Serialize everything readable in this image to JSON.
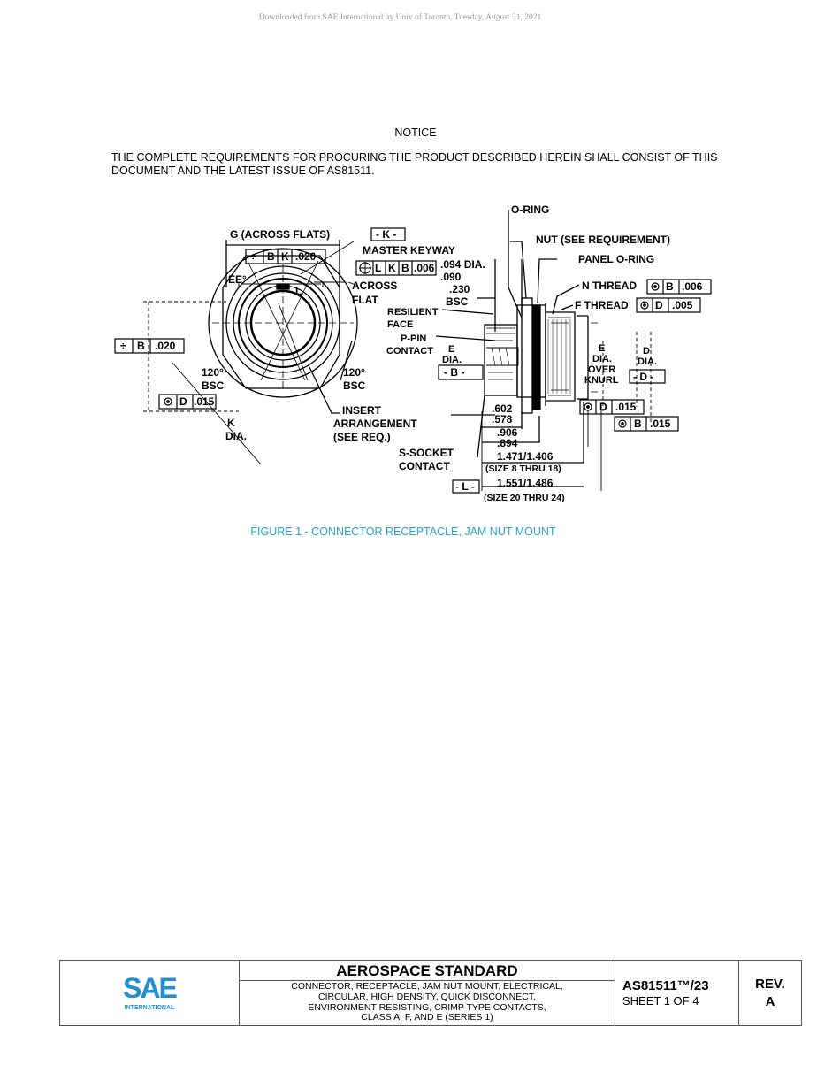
{
  "header": {
    "download_note": "Downloaded from SAE International by Univ of Toronto, Tuesday, August 31, 2021"
  },
  "notice": {
    "heading": "NOTICE",
    "body": "THE COMPLETE REQUIREMENTS FOR PROCURING THE PRODUCT DESCRIBED HEREIN SHALL CONSIST OF THIS DOCUMENT AND THE LATEST ISSUE OF AS81511."
  },
  "figure": {
    "caption": "FIGURE 1 - CONNECTOR RECEPTACLE, JAM NUT MOUNT",
    "labels": {
      "o_ring": "O-RING",
      "g_across_flats": "G (ACROSS FLATS)",
      "datum_k": "- K -",
      "nut": "NUT (SEE REQUIREMENT)",
      "master_keyway": "MASTER KEYWAY",
      "panel_o_ring": "PANEL O-RING",
      "fcf_bk_020_sym": "÷",
      "fcf_bk_020_a": "B",
      "fcf_bk_020_b": "K",
      "fcf_bk_020_c": ".020",
      "fcf_lkb_a": "L",
      "fcf_lkb_b": "K",
      "fcf_lkb_c": "B",
      "fcf_lkb_d": ".006",
      "dim_094": ".094 DIA.",
      "dim_090": ".090",
      "dim_230": ".230",
      "bsc": "BSC",
      "ee": "EE°",
      "l": "L",
      "across": "ACROSS",
      "flat": "FLAT",
      "n_thread": "N THREAD",
      "n_fcf_b": "B",
      "n_fcf_val": ".006",
      "f_thread": "F THREAD",
      "f_fcf_d": "D",
      "f_fcf_val": ".005",
      "resilient": "RESILIENT",
      "face": "FACE",
      "p_pin": "P-PIN",
      "contact": "CONTACT",
      "e": "E",
      "dia": "DIA.",
      "d": "D",
      "over": "OVER",
      "knurl": "KNURL",
      "datum_b": "- B -",
      "datum_d": "- D -",
      "fcf_b_020_sym": "÷",
      "fcf_b_020_a": "B",
      "fcf_b_020_b": ".020",
      "angle_120": "120°",
      "fcf_d015_a": "D",
      "fcf_d015_b": ".015",
      "insert": "INSERT",
      "arrangement": "ARRANGEMENT",
      "see_req": "(SEE REQ.)",
      "k": "K",
      "dim_602": ".602",
      "dim_578": ".578",
      "dim_906": ".906",
      "dim_894": ".894",
      "s_socket": "S-SOCKET",
      "fcf_rd015_a": "D",
      "fcf_rd015_b": ".015",
      "fcf_rb015_a": "B",
      "fcf_rb015_b": ".015",
      "dim_1471": "1.471/1.406",
      "size_8_18": "(SIZE 8 THRU 18)",
      "datum_l": "- L -",
      "dim_1551": "1.551/1.486",
      "size_20_24": "(SIZE 20 THRU 24)"
    }
  },
  "title_block": {
    "logo_text": "SAE",
    "logo_subtext": "INTERNATIONAL",
    "logo_color": "#1f8fcf",
    "standard_type": "AEROSPACE STANDARD",
    "description_lines": [
      "CONNECTOR, RECEPTACLE, JAM NUT MOUNT, ELECTRICAL,",
      "CIRCULAR, HIGH DENSITY, QUICK DISCONNECT,",
      "ENVIRONMENT RESISTING, CRIMP TYPE CONTACTS,",
      "CLASS A, F, AND E (SERIES 1)"
    ],
    "doc_number": "AS81511™/23",
    "sheet": "SHEET 1 OF 4",
    "rev_label": "REV.",
    "rev_value": "A"
  }
}
